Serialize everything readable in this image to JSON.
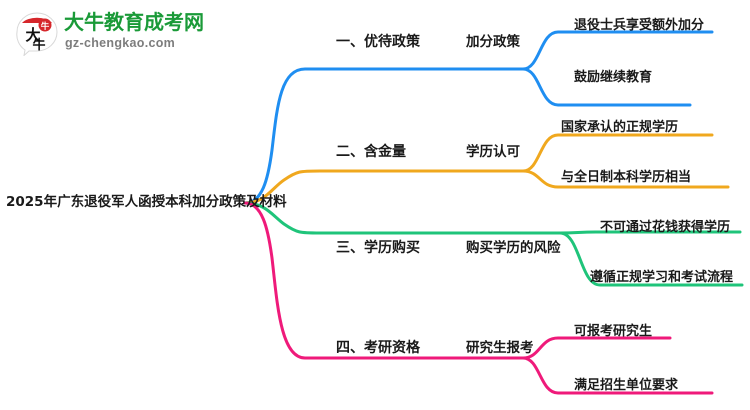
{
  "logo": {
    "mark_text": "大牛",
    "brand_cn": "大牛教育成考网",
    "brand_url": "gz-chengkao.com",
    "brand_color": "#1a9a38",
    "mark_red": "#d6262b",
    "url_color": "#7d7d7d"
  },
  "mindmap": {
    "root": {
      "label": "2025年广东退役军人函授本科加分政策及材料"
    },
    "branches": [
      {
        "color": "#1f8ef1",
        "level2": "一、优待政策",
        "level3": "加分政策",
        "level4": [
          "退役士兵享受额外加分",
          "鼓励继续教育"
        ]
      },
      {
        "color": "#f0a81e",
        "level2": "二、含金量",
        "level3": "学历认可",
        "level4": [
          "国家承认的正规学历",
          "与全日制本科学历相当"
        ]
      },
      {
        "color": "#1fc47a",
        "level2": "三、学历购买",
        "level3": "购买学历的风险",
        "level4": [
          "不可通过花钱获得学历",
          "遵循正规学习和考试流程"
        ]
      },
      {
        "color": "#ef1a7a",
        "level2": "四、考研资格",
        "level3": "研究生报考",
        "level4": [
          "可报考研究生",
          "满足招生单位要求"
        ]
      }
    ]
  }
}
